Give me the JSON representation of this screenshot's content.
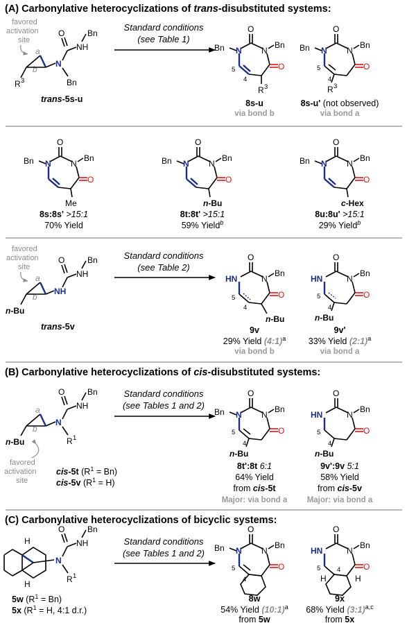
{
  "sections": {
    "A_title_prefix": "(A) Carbonylative heterocyclizations of ",
    "A_title_italic": "trans",
    "A_title_suffix": "-disubstituted systems:",
    "B_title_prefix": "(B) Carbonylative heterocyclizations of ",
    "B_title_italic": "cis",
    "B_title_suffix": "-disubstituted systems:",
    "C_title": "(C) Carbonylative heterocyclizations of bicyclic systems:"
  },
  "conditions": {
    "line1": "Standard conditions",
    "t1": "(see Table 1)",
    "t2": "(see Table 2)",
    "t12": "(see Tables 1 and 2)"
  },
  "annotations": {
    "favored1": "favored",
    "favored2": "activation",
    "favored3": "site"
  },
  "atoms": {
    "Bn": "Bn",
    "N": "N",
    "NH": "NH",
    "HN": "HN",
    "H": "H",
    "O": "O",
    "R3": "R",
    "sup3": "3",
    "R1": "R",
    "sup1": "1",
    "a": "a",
    "b": "b",
    "n4": "4",
    "n5": "5",
    "Me": "Me",
    "nBu_n": "n",
    "nBu_rest": "-Bu",
    "cHex_c": "c",
    "cHex_rest": "-Hex"
  },
  "labels": {
    "trans5su_it": "trans",
    "trans5su_rest": "-5s-u",
    "p8su": "8s-u",
    "p8su_prime": "8s-u'",
    "not_observed": " (not observed)",
    "via_b": "via bond b",
    "via_a": "via bond a",
    "r8s": "8s:8s'",
    "r8s_ratio": " >15:1",
    "y8s": "70% Yield",
    "r8t": "8t:8t'",
    "r8t_ratio": " >15:1",
    "y8t": "59% Yield",
    "r8u": "8u:8u'",
    "r8u_ratio": " >15:1",
    "y8u": "29% Yield",
    "sup_b": "b",
    "trans5v_it": "trans",
    "trans5v_rest": "-5v",
    "p9v": "9v",
    "y9v": "29% Yield ",
    "y9v_ratio": "(4:1)",
    "sup_a": "a",
    "p9vp": "9v'",
    "y9vp": "33% Yield ",
    "y9vp_ratio": "(2:1)",
    "cis5t_it": "cis",
    "cis5t_rest": "-5t",
    "cis5t_sub": " (R",
    "cis5t_sub2": " = Bn)",
    "cis5v_it": "cis",
    "cis5v_rest": "-5v",
    "cis5v_sub2": " = H)",
    "r8tp": "8t':8t",
    "r8tp_ratio": " 6:1",
    "y8tp": "64% Yield",
    "from": "from ",
    "r9vp": "9v':9v",
    "r9vp_ratio": " 5:1",
    "y9vp2": "58% Yield",
    "major_a": "Major: via bond a",
    "s5w": "5w",
    "s5w_sub2": " = Bn)",
    "s5x": "5x",
    "s5x_sub2": " = H, 4:1 d.r.)",
    "p8w": "8w",
    "y8w": "54% Yield ",
    "y8w_ratio": "(10:1)",
    "p9x": "9x",
    "y9x": "68% Yield ",
    "y9x_ratio": "(3:1)",
    "sup_ac": "a,c"
  }
}
